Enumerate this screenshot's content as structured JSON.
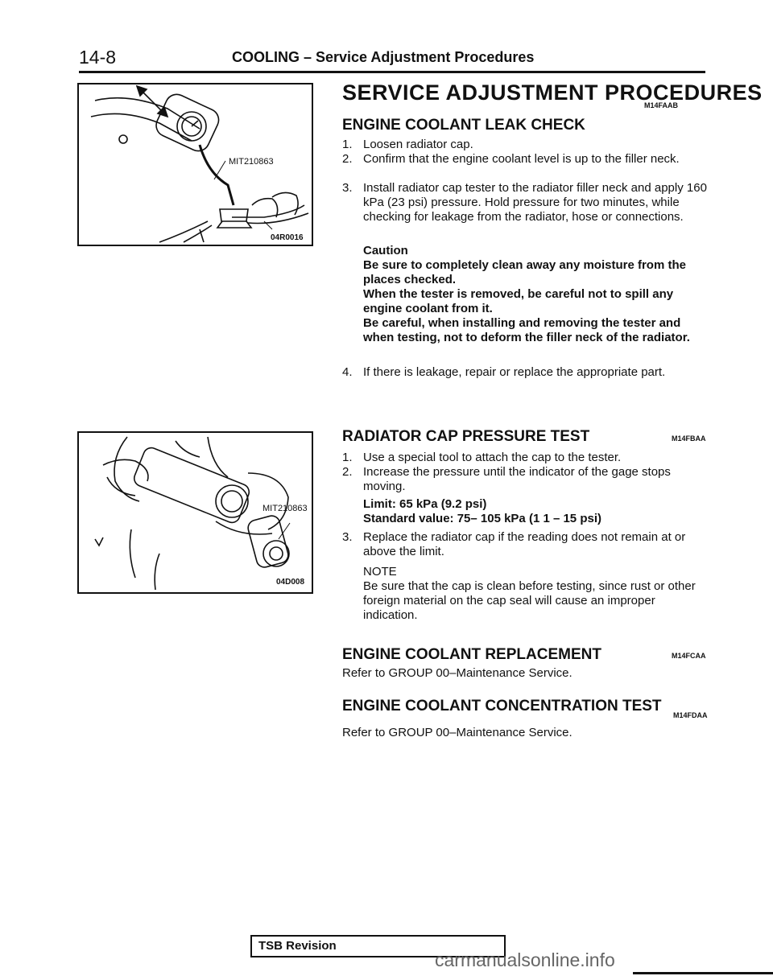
{
  "header": {
    "page_number": "14-8",
    "title": "COOLING – Service Adjustment Procedures"
  },
  "figures": [
    {
      "label": "MIT210863",
      "code": "04R0016"
    },
    {
      "label": "MIT210863",
      "code": "04D008"
    }
  ],
  "main": {
    "title": "SERVICE ADJUSTMENT PROCEDURES",
    "title_code": "M14FAAB",
    "sections": [
      {
        "heading": "ENGINE COOLANT LEAK CHECK",
        "steps": [
          {
            "num": "1.",
            "text": "Loosen radiator cap."
          },
          {
            "num": "2.",
            "text": "Confirm that the engine coolant level is up to the filler neck."
          },
          {
            "num": "3.",
            "text": "Install radiator cap tester to the radiator filler neck and apply 160 kPa (23 psi) pressure. Hold pressure for two minutes, while checking for leakage from the radiator, hose or connections."
          }
        ],
        "caution_title": "Caution",
        "caution_lines": [
          "Be sure to completely clean away any moisture from the places checked.",
          "When the tester is removed, be careful not to spill any engine coolant from it.",
          "Be careful, when installing and removing the tester and when testing, not to deform the filler neck of the radiator."
        ],
        "last_step": {
          "num": "4.",
          "text": "If there is leakage, repair or replace the appropriate part."
        }
      },
      {
        "heading": "RADIATOR CAP PRESSURE TEST",
        "code": "M14FBAA",
        "steps": [
          {
            "num": "1.",
            "text": "Use a special tool to attach the cap to the tester."
          },
          {
            "num": "2.",
            "text": "Increase the pressure until the indicator of the gage stops moving."
          }
        ],
        "limit": "Limit: 65 kPa (9.2 psi)",
        "standard": "Standard value: 75– 105 kPa (1 1 – 15 psi)",
        "step3": {
          "num": "3.",
          "text": "Replace the radiator cap if the reading does not remain at or above the limit."
        },
        "note_title": "NOTE",
        "note_text": "Be sure that the cap is clean before testing, since rust or other foreign material on the cap seal will cause an improper indication."
      },
      {
        "heading": "ENGINE COOLANT REPLACEMENT",
        "code": "M14FCAA",
        "text": "Refer to GROUP 00–Maintenance Service."
      },
      {
        "heading": "ENGINE COOLANT CONCENTRATION TEST",
        "code": "M14FDAA",
        "text": "Refer to GROUP 00–Maintenance Service."
      }
    ]
  },
  "footer": {
    "box_label": "TSB Revision",
    "watermark": "carmanualsonline.info"
  }
}
